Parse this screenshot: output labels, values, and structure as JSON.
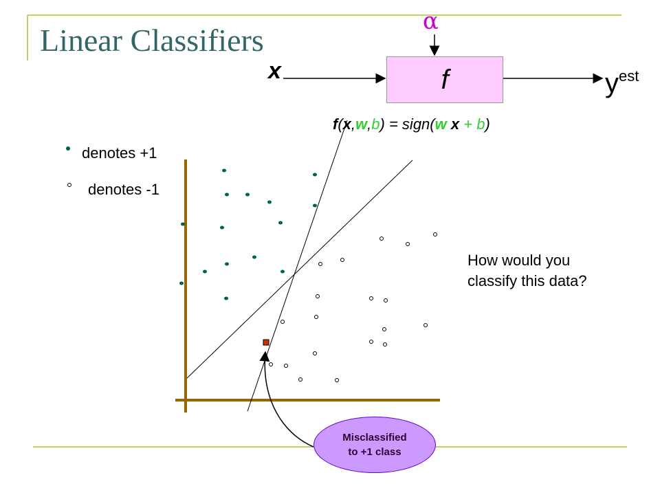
{
  "title": "Linear Classifiers",
  "diagram": {
    "alpha_label": "α",
    "input_label": "x",
    "function_label": "f",
    "output_main": "y",
    "output_sup": "est"
  },
  "formula": {
    "f": "f",
    "open": "(",
    "x": "x",
    "comma1": ",",
    "w": "w",
    "comma2": ",",
    "b": "b",
    "eq": ") = sign(",
    "w2": "w",
    "x2": " x",
    "plus": " + ",
    "b2": "b",
    "close": ")"
  },
  "legend": {
    "positive": "denotes +1",
    "negative": "denotes -1"
  },
  "question": {
    "line1": "How would you",
    "line2": "classify this data?"
  },
  "callout": {
    "line1": "Misclassified",
    "line2": "to +1 class"
  },
  "colors": {
    "title": "#336666",
    "rule": "#cccc66",
    "axis": "#996600",
    "positive_dot": "#006633",
    "function_box": "#ffccff",
    "alpha": "#cc00cc",
    "bias_green": "#33cc33",
    "callout_fill": "#cc99ff",
    "misclassified_point": "#cc3300"
  }
}
